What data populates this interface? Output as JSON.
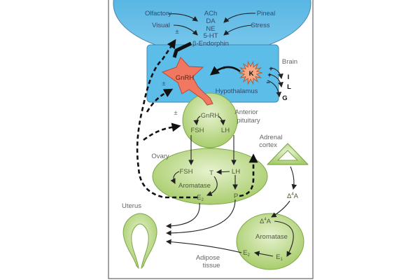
{
  "brain": {
    "inputs_left": [
      "Olfactory",
      "Visual"
    ],
    "inputs_right": [
      "Pineal",
      "Stress"
    ],
    "neurotransmitters": [
      "ACh",
      "DA",
      "NE",
      "5-HT",
      "β-Endorphin"
    ],
    "label": "Brain"
  },
  "hypothalamus": {
    "label": "Hypothalamus",
    "gnrh": "GnRH",
    "kisspeptin": "K",
    "plus": "+",
    "minus": "−",
    "feedback_sign": "±",
    "modulators": [
      "I",
      "L",
      "G"
    ]
  },
  "pituitary": {
    "label_line1": "Anterior",
    "label_line2": "pituitary",
    "gnrh": "GnRH",
    "fsh": "FSH",
    "lh": "LH"
  },
  "ovary": {
    "label": "Ovary",
    "fsh": "FSH",
    "t": "T",
    "lh": "LH",
    "aromatase": "Aromatase",
    "e2": "E",
    "e2_sub": "2",
    "p": "P"
  },
  "adrenal": {
    "label_line1": "Adrenal",
    "label_line2": "cortex",
    "output": "Δ",
    "output_sup": "4",
    "output_suffix": "A"
  },
  "adipose": {
    "label_line1": "Adipose",
    "label_line2": "tissue",
    "input": "Δ",
    "input_sup": "4",
    "input_suffix": "A",
    "aromatase": "Aromatase",
    "e2": "E",
    "e2_sub": "2",
    "e1": "E",
    "e1_sub": "1"
  },
  "uterus": {
    "label": "Uterus"
  },
  "colors": {
    "brain": "#4fb3e0",
    "hypothalamus": "#5cbde8",
    "gnrh": "#f07860",
    "kiss": "#f6a882",
    "tissue": "#bcd98a"
  }
}
